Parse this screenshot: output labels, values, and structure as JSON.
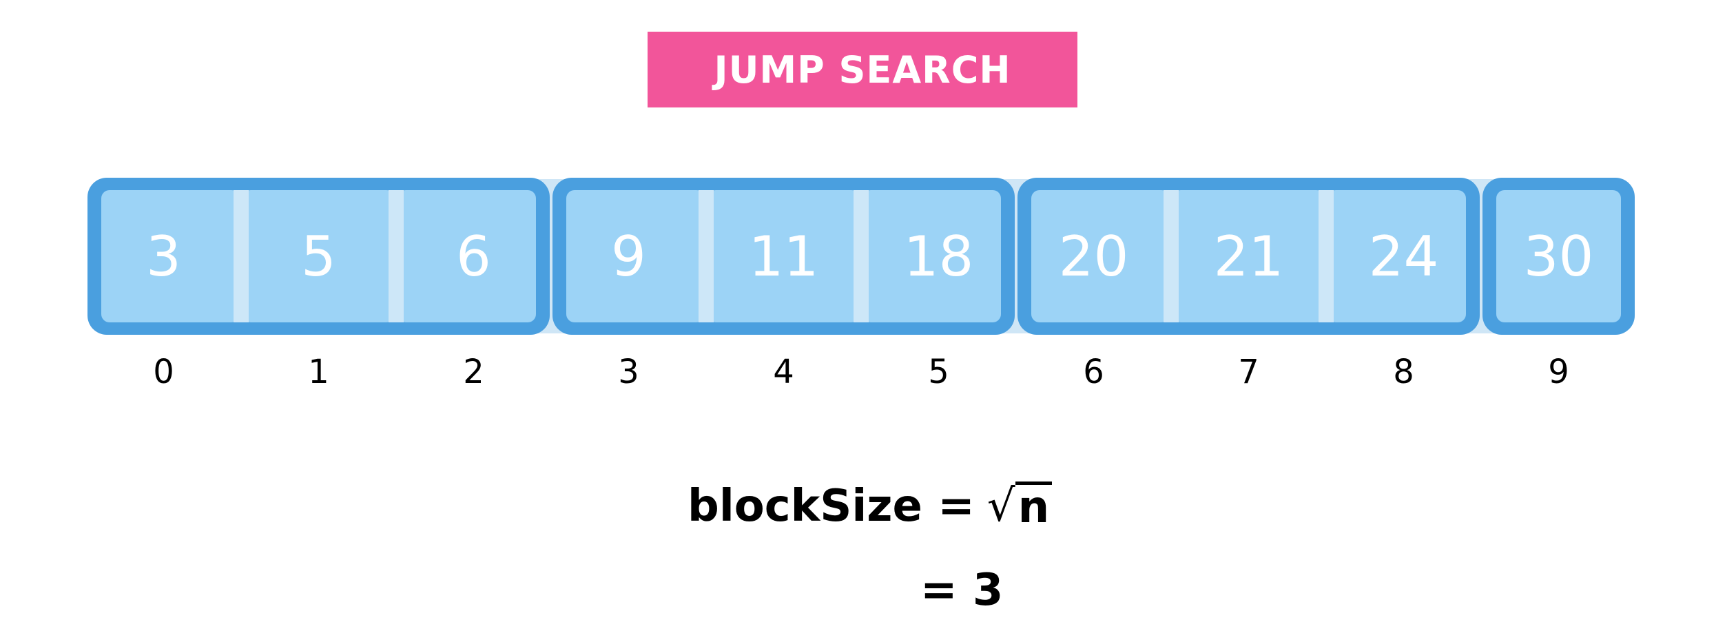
{
  "title": "JUMP SEARCH",
  "array": {
    "values": [
      "3",
      "5",
      "6",
      "9",
      "11",
      "18",
      "20",
      "21",
      "24",
      "30"
    ],
    "indices": [
      "0",
      "1",
      "2",
      "3",
      "4",
      "5",
      "6",
      "7",
      "8",
      "9"
    ],
    "block_size": 3
  },
  "formula": {
    "lhs": "blockSize =",
    "sqrt_symbol": "√",
    "radicand": "n",
    "result": "= 3"
  },
  "colors": {
    "banner": "#f2559a",
    "block_border": "#4a9fdf",
    "cell_fill": "#9cd3f6",
    "cell_separator": "#cde7f8",
    "strip_background": "#cfe6f6"
  }
}
